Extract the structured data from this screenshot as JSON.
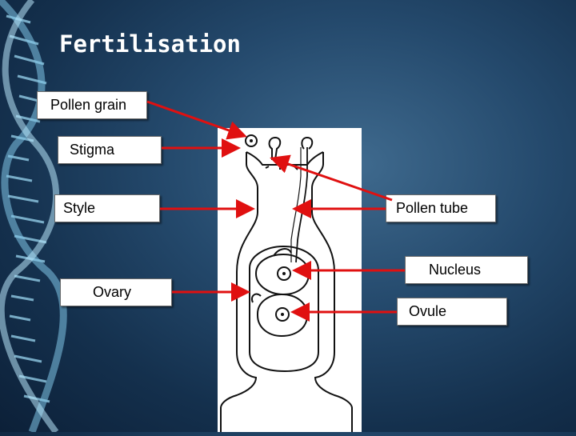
{
  "slide": {
    "title": "Fertilisation"
  },
  "labels": {
    "pollen_grain": "Pollen grain",
    "stigma": "Stigma",
    "style": "Style",
    "ovary": "Ovary",
    "pollen_tube": "Pollen tube",
    "nucleus": "Nucleus",
    "ovule": "Ovule"
  },
  "colors": {
    "background": "#1d3d5e",
    "arrow": "#e01010",
    "label_bg": "#ffffff",
    "dna_strand": "#8fd0ee"
  }
}
